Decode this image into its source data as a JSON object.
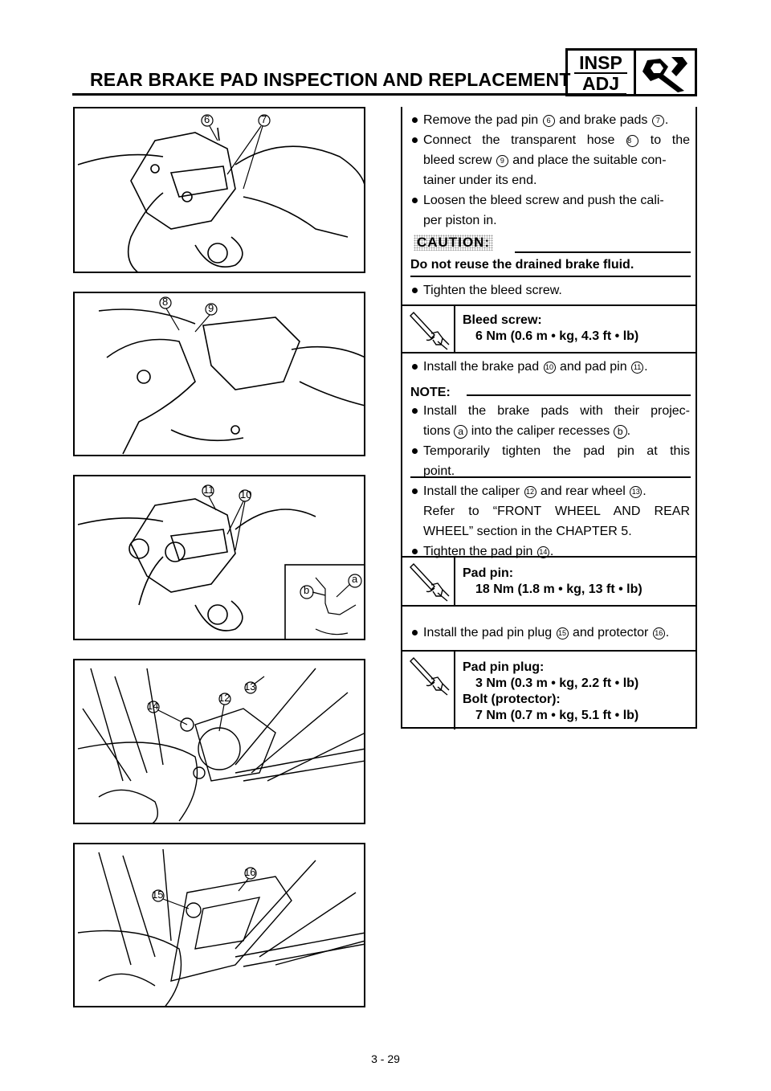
{
  "header": {
    "title": "REAR BRAKE PAD INSPECTION AND REPLACEMENT",
    "badge_top": "INSP",
    "badge_bottom": "ADJ",
    "badge_icon": "wrench-tool-icon"
  },
  "figures": [
    {
      "callouts": [
        "6",
        "7"
      ]
    },
    {
      "callouts": [
        "8",
        "9"
      ]
    },
    {
      "callouts": [
        "11",
        "10",
        "a",
        "b"
      ]
    },
    {
      "callouts": [
        "14",
        "12",
        "13"
      ]
    },
    {
      "callouts": [
        "15",
        "16"
      ]
    }
  ],
  "steps1": {
    "l1": "Remove the pad pin ",
    "c6": "6",
    "l1b": " and brake pads ",
    "c7": "7",
    "l1c": ".",
    "l2": "Connect the transparent hose ",
    "c8": "8",
    "l2b": " to the",
    "l3": "bleed screw ",
    "c9": "9",
    "l3b": " and place the suitable con-",
    "l4": "tainer under its end.",
    "l5": "Loosen the bleed screw and push the cali-",
    "l6": "per piston in."
  },
  "caution": {
    "label": "CAUTION:",
    "text": "Do not reuse the drained brake fluid."
  },
  "step_tighten": "Tighten the bleed screw.",
  "torque1": {
    "name": "Bleed screw:",
    "value": "6 Nm (0.6 m • kg, 4.3 ft • lb)"
  },
  "step_install": {
    "a": "Install the brake pad ",
    "c10": "10",
    "b": " and pad pin ",
    "c11": "11",
    "c": "."
  },
  "note": {
    "label": "NOTE:",
    "n1": "Install the brake pads with their projec-",
    "n1b": "tions ",
    "ca": "a",
    "n1c": " into the caliper recesses ",
    "cb": "b",
    "n1d": ".",
    "n2": "Temporarily tighten the pad pin at this",
    "n2b": "point."
  },
  "steps2": {
    "a": "Install the caliper ",
    "c12": "12",
    "b": " and rear wheel ",
    "c13": "13",
    "c": ".",
    "r1": "Refer to “FRONT WHEEL AND REAR",
    "r2": "WHEEL” section in the CHAPTER 5.",
    "t": "Tighten the pad pin ",
    "c14": "14",
    "t2": "."
  },
  "torque2": {
    "name": "Pad pin:",
    "value": "18 Nm (1.8 m • kg, 13 ft • lb)"
  },
  "step_plug": {
    "a": "Install the pad pin plug ",
    "c15": "15",
    "b": " and protector ",
    "c16": "16",
    "c": "."
  },
  "torque3": {
    "name1": "Pad pin plug:",
    "value1": "3 Nm (0.3 m • kg, 2.2 ft • lb)",
    "name2": "Bolt (protector):",
    "value2": "7 Nm (0.7 m • kg, 5.1 ft • lb)"
  },
  "page_number": "3 - 29"
}
